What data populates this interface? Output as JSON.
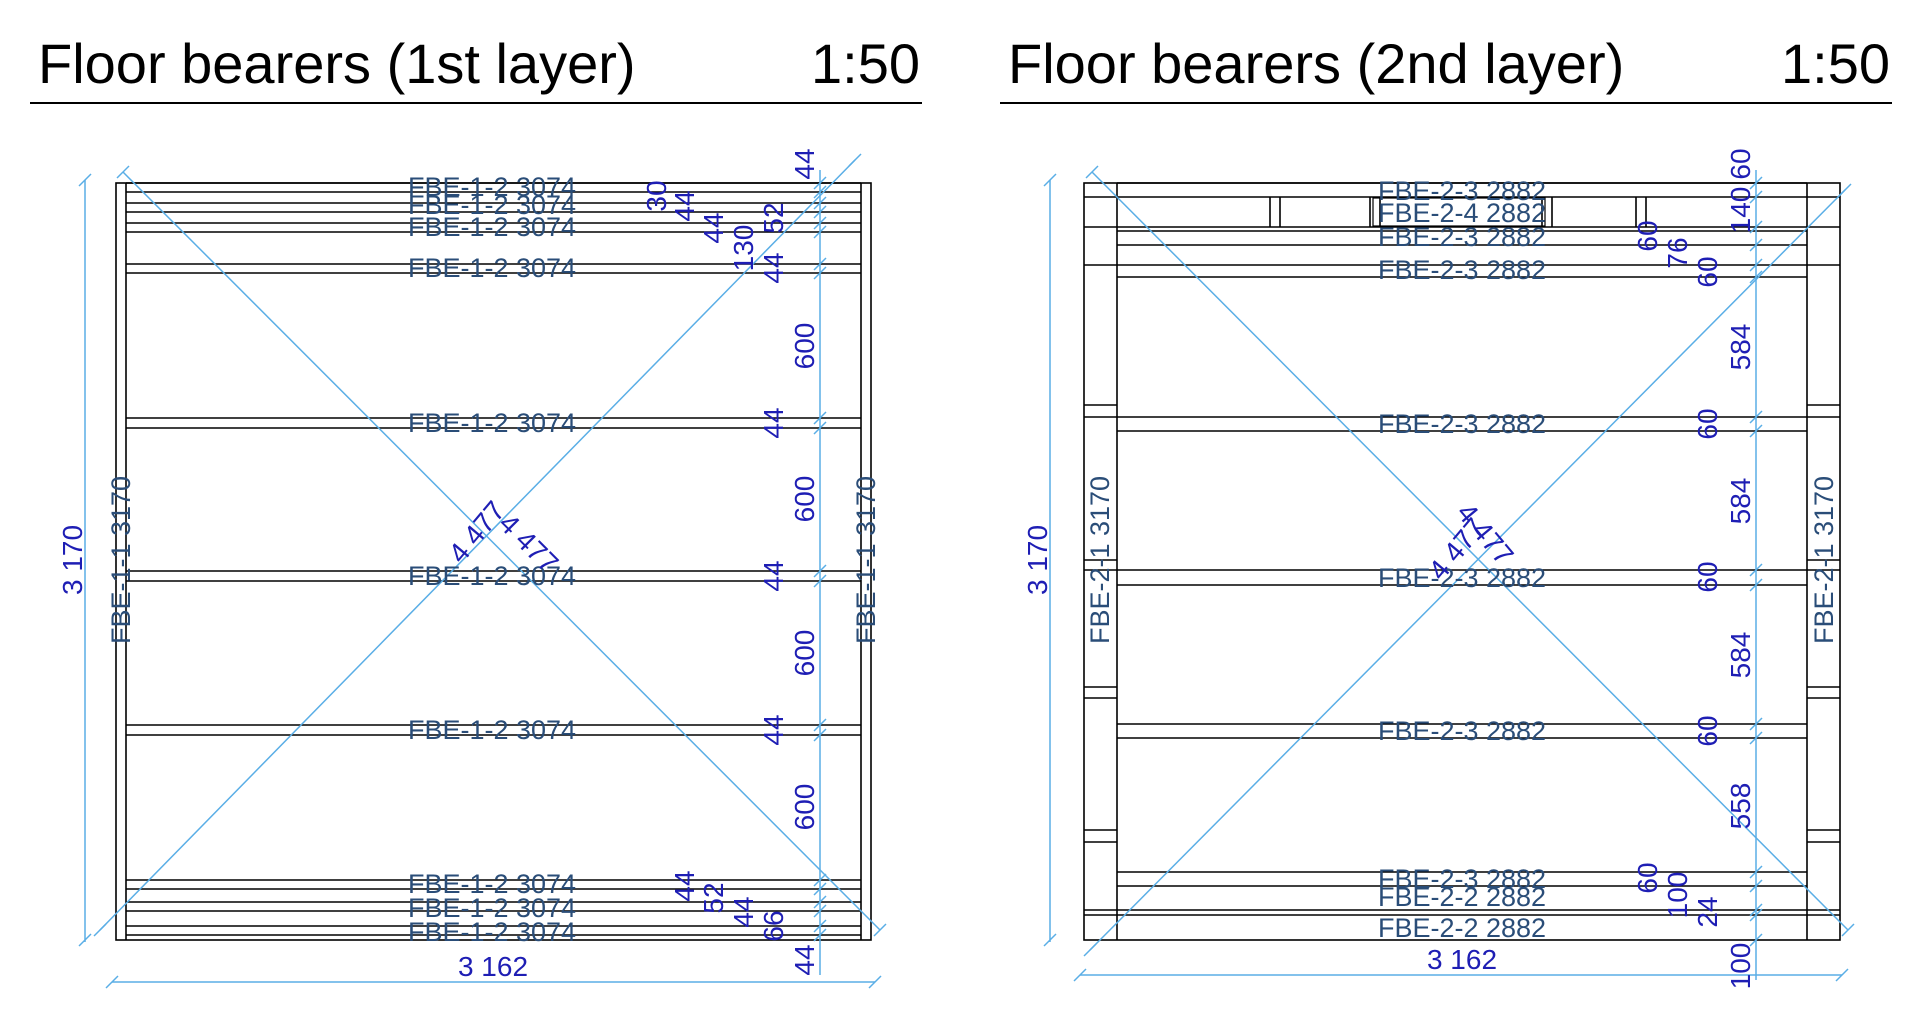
{
  "plans": [
    {
      "title": "Floor bearers (1st layer)",
      "scale": "1:50",
      "overall_height": "3 170",
      "overall_width": "3 162",
      "diagonals": [
        "4 477",
        "4 477"
      ],
      "side_labels": [
        "FBE-1-1  3170",
        "FBE-1-1  3170"
      ],
      "beam_labels": [
        "FBE-1-2  3074",
        "FBE-1-2  3074",
        "FBE-1-2  3074",
        "FBE-1-2  3074",
        "FBE-1-2  3074",
        "FBE-1-2  3074",
        "FBE-1-2  3074",
        "FBE-1-2  3074",
        "FBE-1-2  3074",
        "FBE-1-2  3074"
      ],
      "spacing_dims": [
        "44",
        "600",
        "44",
        "600",
        "44",
        "600",
        "44",
        "600",
        "44"
      ],
      "beam_dims": [
        "30",
        "44",
        "44",
        "130",
        "52",
        "44",
        "44",
        "52",
        "44",
        "66",
        "44"
      ]
    },
    {
      "title": "Floor bearers (2nd layer)",
      "scale": "1:50",
      "overall_height": "3 170",
      "overall_width": "3 162",
      "diagonals": [
        "4 477",
        "4 477"
      ],
      "side_labels": [
        "FBE-2-1  3170",
        "FBE-2-1  3170"
      ],
      "beam_labels": [
        "FBE-2-3  2882",
        "FBE-2-4  2882",
        "FBE-2-3  2882",
        "FBE-2-3  2882",
        "FBE-2-3  2882",
        "FBE-2-3  2882",
        "FBE-2-3  2882",
        "FBE-2-3  2882",
        "FBE-2-2  2882",
        "FBE-2-2  2882"
      ],
      "spacing_dims": [
        "60",
        "140",
        "584",
        "584",
        "584",
        "558",
        "100"
      ],
      "beam_dims": [
        "60",
        "76",
        "60",
        "60",
        "60",
        "60",
        "60",
        "60",
        "100",
        "24"
      ]
    }
  ],
  "colors": {
    "outline": "#000000",
    "guide": "#5aaee6",
    "dimension_text": "#1e1eb4",
    "label_text": "#2a4d78"
  }
}
